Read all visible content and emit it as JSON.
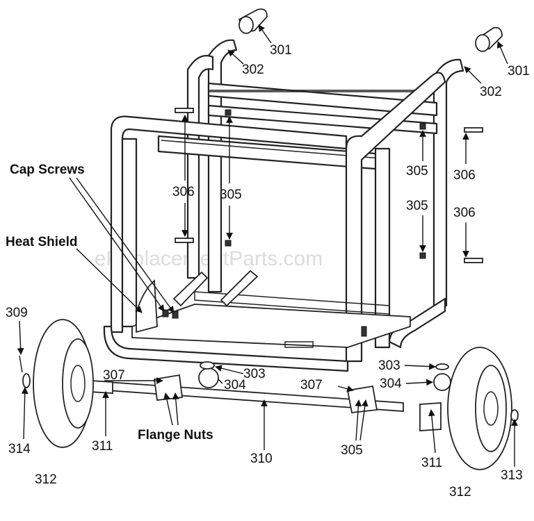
{
  "watermark": "eReplacementParts.com",
  "callouts": {
    "c301a": "301",
    "c301b": "301",
    "c302a": "302",
    "c302b": "302",
    "c303a": "303",
    "c303b": "303",
    "c304a": "304",
    "c304b": "304",
    "c305a": "305",
    "c305b": "305",
    "c305c": "305",
    "c305d": "305",
    "c306a": "306",
    "c306b": "306",
    "c306c": "306",
    "c307a": "307",
    "c307b": "307",
    "c309": "309",
    "c310": "310",
    "c311a": "311",
    "c311b": "311",
    "c312a": "312",
    "c312b": "312",
    "c313": "313",
    "c314": "314"
  },
  "part_names": {
    "cap_screws": "Cap Screws",
    "heat_shield": "Heat Shield",
    "flange_nuts": "Flange Nuts"
  }
}
